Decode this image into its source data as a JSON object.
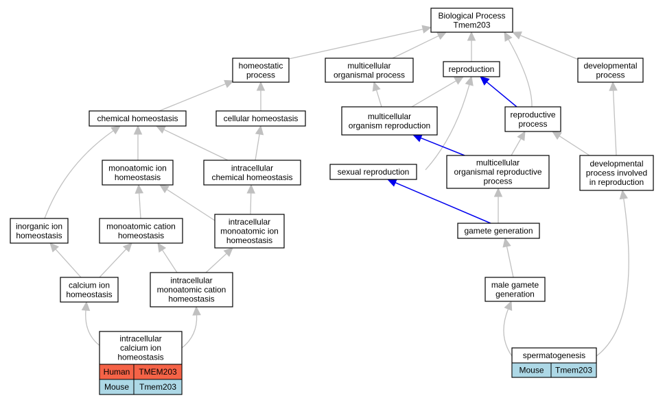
{
  "colors": {
    "edge_default": "#c0c0c0",
    "edge_highlight": "#0000ee",
    "human_cell": "#f56347",
    "mouse_cell": "#add8e6"
  },
  "nodes": {
    "bp": {
      "lines": [
        "Biological Process",
        "Tmem203"
      ]
    },
    "homeo": {
      "lines": [
        "homeostatic",
        "process"
      ]
    },
    "multi": {
      "lines": [
        "multicellular",
        "organismal process"
      ]
    },
    "repro": {
      "lines": [
        "reproduction"
      ]
    },
    "dev": {
      "lines": [
        "developmental",
        "process"
      ]
    },
    "chem": {
      "lines": [
        "chemical homeostasis"
      ]
    },
    "cell": {
      "lines": [
        "cellular homeostasis"
      ]
    },
    "mor": {
      "lines": [
        "multicellular",
        "organism reproduction"
      ]
    },
    "rproc": {
      "lines": [
        "reproductive",
        "process"
      ]
    },
    "monoion": {
      "lines": [
        "monoatomic ion",
        "homeostasis"
      ]
    },
    "icchem": {
      "lines": [
        "intracellular",
        "chemical homeostasis"
      ]
    },
    "sexrep": {
      "lines": [
        "sexual reproduction"
      ]
    },
    "morp": {
      "lines": [
        "multicellular",
        "organismal reproductive",
        "process"
      ]
    },
    "devrep": {
      "lines": [
        "developmental",
        "process involved",
        "in reproduction"
      ]
    },
    "inorg": {
      "lines": [
        "inorganic ion",
        "homeostasis"
      ]
    },
    "monocat": {
      "lines": [
        "monoatomic cation",
        "homeostasis"
      ]
    },
    "icmonoion": {
      "lines": [
        "intracellular",
        "monoatomic ion",
        "homeostasis"
      ]
    },
    "gamete": {
      "lines": [
        "gamete generation"
      ]
    },
    "calcium": {
      "lines": [
        "calcium ion",
        "homeostasis"
      ]
    },
    "icmonocat": {
      "lines": [
        "intracellular",
        "monoatomic cation",
        "homeostasis"
      ]
    },
    "male": {
      "lines": [
        "male gamete",
        "generation"
      ]
    },
    "iccalc": {
      "lines": [
        "intracellular",
        "calcium ion",
        "homeostasis"
      ]
    },
    "sperm": {
      "lines": [
        "spermatogenesis"
      ]
    }
  },
  "gene_tables": {
    "iccalc": [
      {
        "species": "Human",
        "gene": "TMEM203"
      },
      {
        "species": "Mouse",
        "gene": "Tmem203"
      }
    ],
    "sperm": [
      {
        "species": "Mouse",
        "gene": "Tmem203"
      }
    ]
  },
  "edges": [
    {
      "from": "homeo",
      "to": "bp",
      "highlight": false
    },
    {
      "from": "multi",
      "to": "bp",
      "highlight": false
    },
    {
      "from": "repro",
      "to": "bp",
      "highlight": false
    },
    {
      "from": "rproc",
      "to": "bp",
      "highlight": false
    },
    {
      "from": "dev",
      "to": "bp",
      "highlight": false
    },
    {
      "from": "chem",
      "to": "homeo",
      "highlight": false
    },
    {
      "from": "cell",
      "to": "homeo",
      "highlight": false
    },
    {
      "from": "mor",
      "to": "multi",
      "highlight": false
    },
    {
      "from": "mor",
      "to": "repro",
      "highlight": false
    },
    {
      "from": "sexrep",
      "to": "repro",
      "highlight": false
    },
    {
      "from": "rproc",
      "to": "repro",
      "highlight": true
    },
    {
      "from": "monoion",
      "to": "chem",
      "highlight": false
    },
    {
      "from": "icchem",
      "to": "chem",
      "highlight": false
    },
    {
      "from": "inorg",
      "to": "chem",
      "highlight": false
    },
    {
      "from": "icchem",
      "to": "cell",
      "highlight": false
    },
    {
      "from": "morp",
      "to": "mor",
      "highlight": true
    },
    {
      "from": "morp",
      "to": "rproc",
      "highlight": false
    },
    {
      "from": "devrep",
      "to": "rproc",
      "highlight": false
    },
    {
      "from": "devrep",
      "to": "dev",
      "highlight": false
    },
    {
      "from": "monocat",
      "to": "monoion",
      "highlight": false
    },
    {
      "from": "icmonoion",
      "to": "monoion",
      "highlight": false
    },
    {
      "from": "icmonoion",
      "to": "icchem",
      "highlight": false
    },
    {
      "from": "gamete",
      "to": "sexrep",
      "highlight": true
    },
    {
      "from": "gamete",
      "to": "morp",
      "highlight": false
    },
    {
      "from": "calcium",
      "to": "inorg",
      "highlight": false
    },
    {
      "from": "calcium",
      "to": "monocat",
      "highlight": false
    },
    {
      "from": "icmonocat",
      "to": "monocat",
      "highlight": false
    },
    {
      "from": "icmonocat",
      "to": "icmonoion",
      "highlight": false
    },
    {
      "from": "male",
      "to": "gamete",
      "highlight": false
    },
    {
      "from": "iccalc",
      "to": "calcium",
      "highlight": false
    },
    {
      "from": "iccalc",
      "to": "icmonocat",
      "highlight": false
    },
    {
      "from": "sperm",
      "to": "male",
      "highlight": false
    },
    {
      "from": "sperm",
      "to": "devrep",
      "highlight": false
    }
  ]
}
